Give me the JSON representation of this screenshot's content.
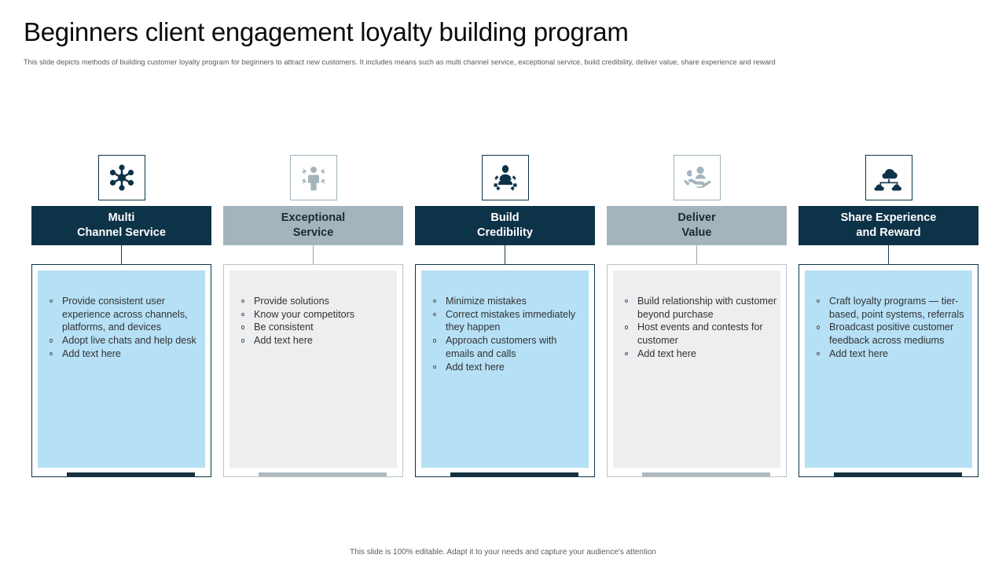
{
  "slide": {
    "title": "Beginners client engagement loyalty building program",
    "subtitle": "This slide depicts methods of building customer loyalty program for beginners to attract new customers. It includes means such as multi  channel service, exceptional service, build credibility, deliver value, share experience and reward",
    "footer": "This slide is 100% editable. Adapt it to your needs and capture your audience's attention"
  },
  "theme": {
    "dark_navy": "#0d3348",
    "muted_blue_gray": "#a3b4bd",
    "light_blue_fill": "#b6e0f5",
    "light_gray_fill": "#eceef0",
    "body_text": "#313233"
  },
  "columns": [
    {
      "id": "multi-channel-service",
      "icon": "network-hub-icon",
      "title_line1": "Multi",
      "title_line2": "Channel Service",
      "style": "dark",
      "bullets": [
        "Provide consistent user experience across channels, platforms, and devices",
        "Adopt live chats and help desk",
        "Add text here"
      ]
    },
    {
      "id": "exceptional-service",
      "icon": "person-arrows-icon",
      "title_line1": "Exceptional",
      "title_line2": "Service",
      "style": "light",
      "bullets": [
        "Provide solutions",
        "Know your competitors",
        "Be consistent",
        "Add text here"
      ]
    },
    {
      "id": "build-credibility",
      "icon": "person-gear-icon",
      "title_line1": "Build",
      "title_line2": "Credibility",
      "style": "dark",
      "bullets": [
        "Minimize mistakes",
        "Correct mistakes immediately they happen",
        "Approach customers with emails and calls",
        "Add text here"
      ]
    },
    {
      "id": "deliver-value",
      "icon": "hand-holding-person-icon",
      "title_line1": "Deliver",
      "title_line2": "Value",
      "style": "light",
      "bullets": [
        "Build relationship with customer beyond purchase",
        "Host events and contests for customer",
        "Add text here"
      ]
    },
    {
      "id": "share-experience-and-reward",
      "icon": "cloud-network-icon",
      "title_line1": "Share Experience",
      "title_line2": "and Reward",
      "style": "dark",
      "bullets": [
        "Craft loyalty programs — tier-based, point systems, referrals",
        "Broadcast positive customer feedback across mediums",
        "Add text here"
      ]
    }
  ]
}
